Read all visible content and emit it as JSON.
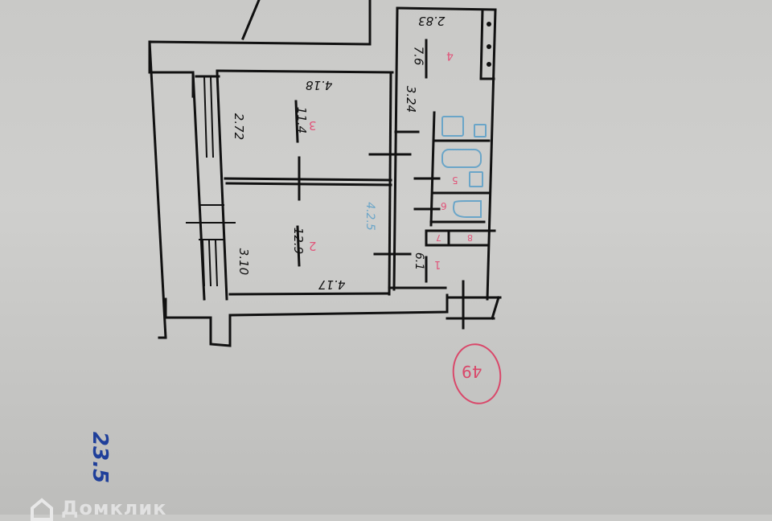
{
  "plan": {
    "orientation": "rotated 180 degrees",
    "rooms": [
      {
        "number": "1",
        "area": "6.1"
      },
      {
        "number": "2",
        "area": "12.9",
        "dims": [
          "3.10",
          "4.17"
        ]
      },
      {
        "number": "3",
        "area": "11.4",
        "dims": [
          "2.72",
          "4.18"
        ]
      },
      {
        "number": "4",
        "area": "7.6",
        "dims": [
          "2.83",
          "3.24"
        ]
      },
      {
        "number": "5"
      },
      {
        "number": "6"
      },
      {
        "number": "7"
      },
      {
        "number": "8"
      }
    ],
    "extra_dim_blue": "4.2.5",
    "stamp_number": "49",
    "total_note": "23.5"
  },
  "watermark": {
    "text": "Домклик"
  },
  "colors": {
    "ink": "#111111",
    "room_number": "#e0557a",
    "fixture": "#6aa5c8",
    "note": "#1f3f9a"
  }
}
